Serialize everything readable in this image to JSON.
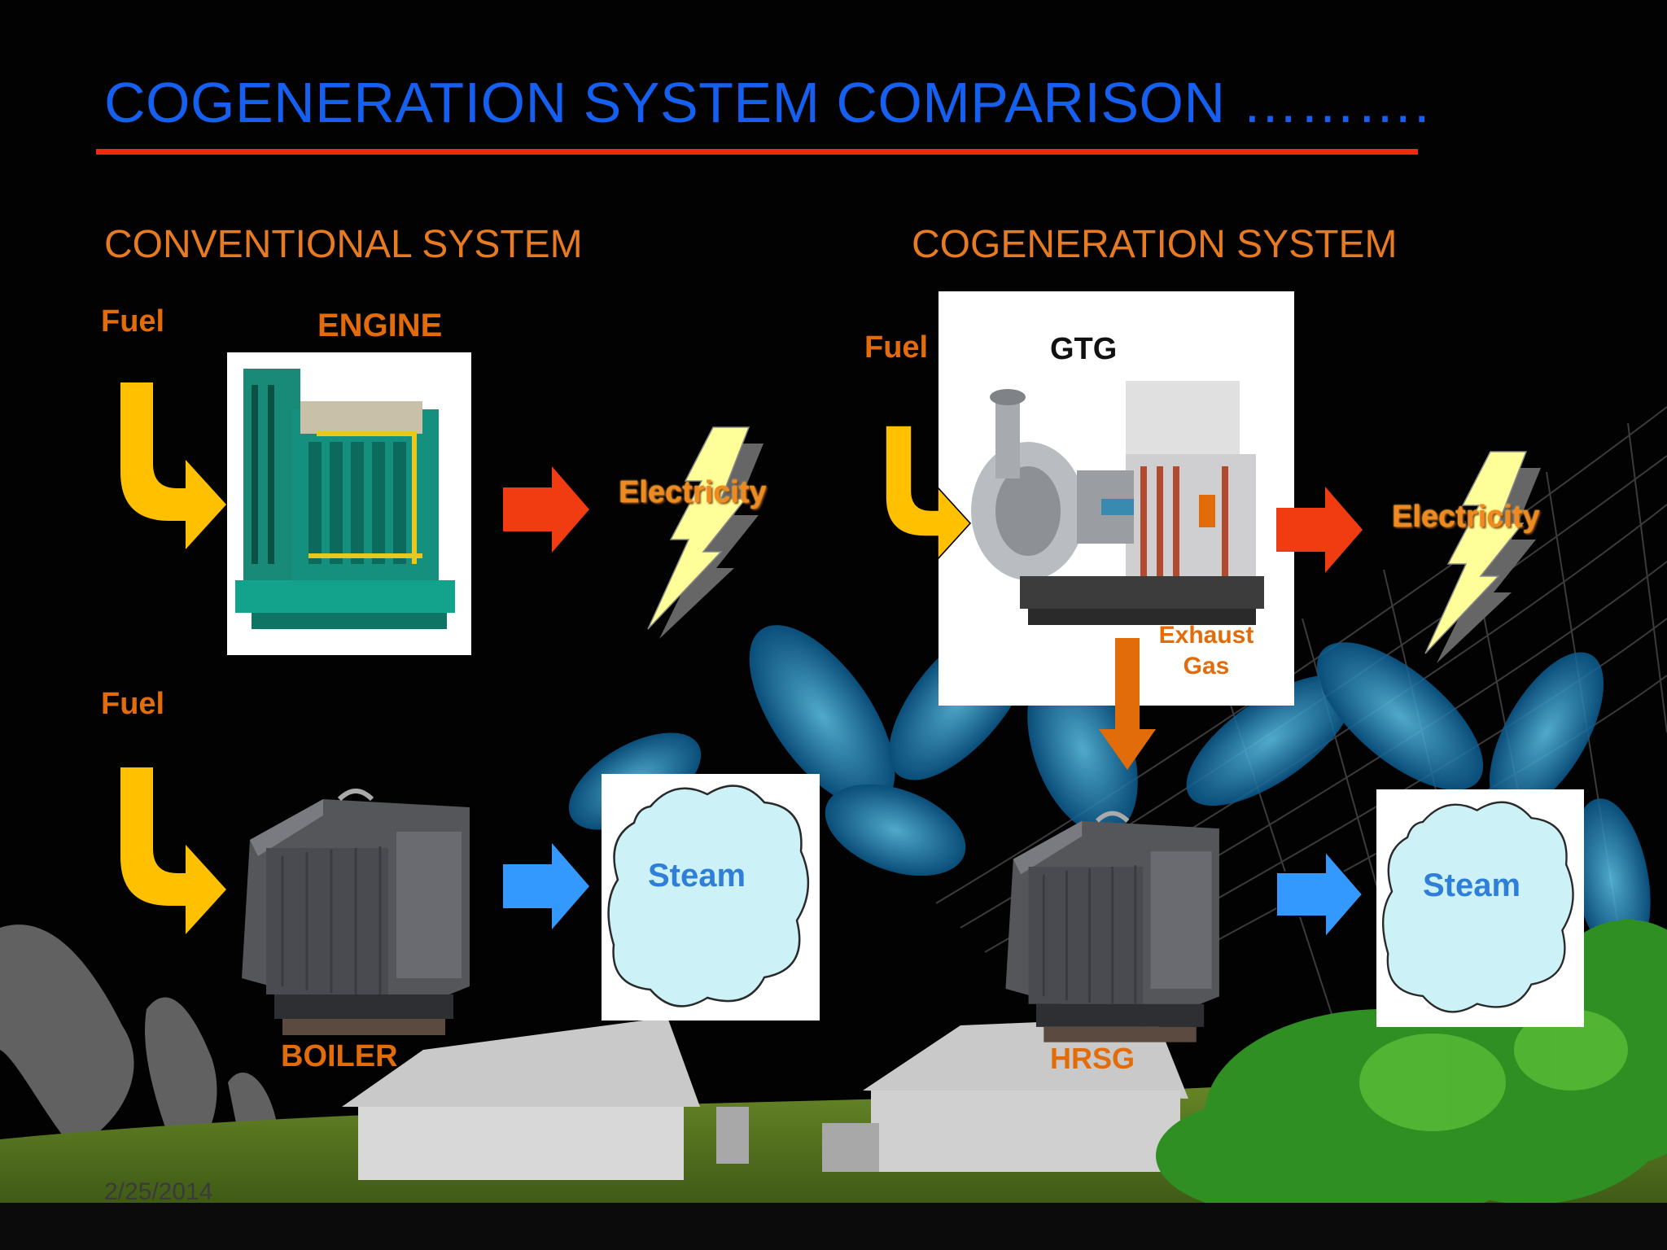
{
  "slide": {
    "title": "COGENERATION SYSTEM COMPARISON ……….",
    "date": "2/25/2014"
  },
  "conventional": {
    "heading": "CONVENTIONAL SYSTEM",
    "fuel_top": "Fuel",
    "engine": "ENGINE",
    "electricity": "Electricity",
    "fuel_bottom": "Fuel",
    "boiler": "BOILER",
    "steam": "Steam"
  },
  "cogeneration": {
    "heading": "COGENERATION SYSTEM",
    "fuel": "Fuel",
    "gtg": "GTG",
    "electricity": "Electricity",
    "exhaust_line1": "Exhaust",
    "exhaust_line2": "Gas",
    "hrsg": "HRSG",
    "steam": "Steam"
  },
  "colors": {
    "title": "#1560f0",
    "rule": "#ee2a10",
    "heading": "#e87a22",
    "label": "#e36c0a",
    "fuel_arrow": "#ffc000",
    "power_arrow": "#f03c10",
    "steam_arrow": "#3399ff",
    "cloud_fill": "#ccf2f8"
  },
  "icons": [
    "fuel-arrow-icon",
    "output-arrow-icon",
    "lightning-icon",
    "steam-cloud-icon",
    "engine-image",
    "gtg-image",
    "boiler-image",
    "hrsg-image"
  ]
}
